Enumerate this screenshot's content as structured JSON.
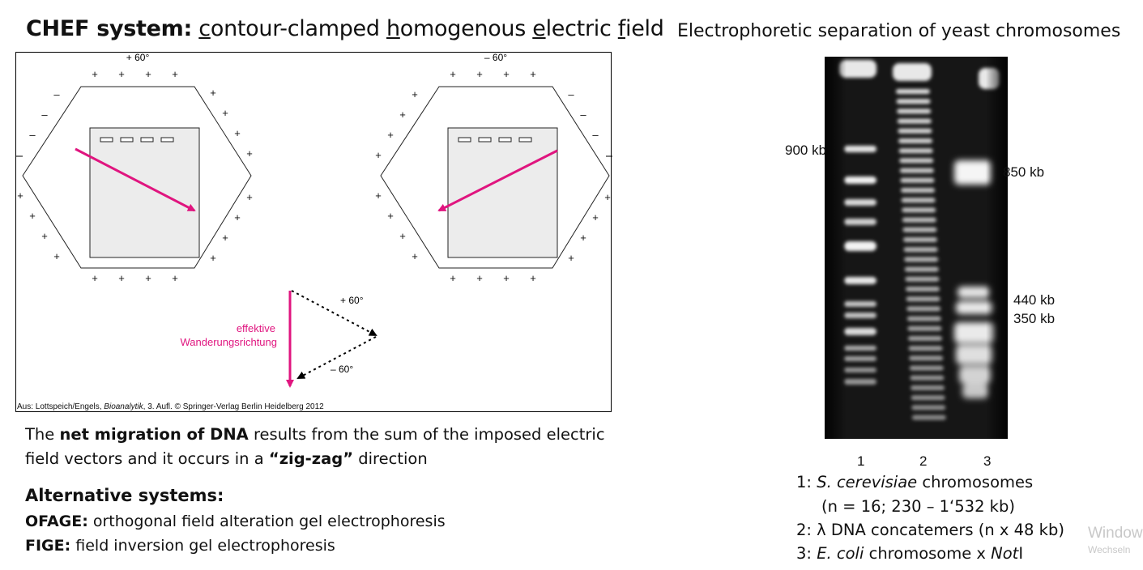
{
  "header": {
    "title_bold": "CHEF system:",
    "title_parts": [
      {
        "u": "c",
        "rest": "ontour-clamped "
      },
      {
        "u": "h",
        "rest": "omogenous "
      },
      {
        "u": "e",
        "rest": "lectric "
      },
      {
        "u": "f",
        "rest": "ield"
      }
    ],
    "right_title": "Electrophoretic separation of yeast chromosomes"
  },
  "figure": {
    "left_angle": "+ 60°",
    "right_angle": "– 60°",
    "tri_top": "+ 60°",
    "tri_bottom": "– 60°",
    "migration_label_1": "effektive",
    "migration_label_2": "Wanderungsrichtung",
    "plus": "+",
    "minus": "–",
    "credit_pre": "Aus: Lottspeich/Engels, ",
    "credit_italic": "Bioanalytik",
    "credit_post": ", 3. Aufl. © Springer-Verlag Berlin Heidelberg 2012",
    "accent": "#e0157f"
  },
  "body": {
    "p_pre": "The ",
    "p_bold1": "net migration of DNA",
    "p_mid": " results from the sum of the imposed electric field vectors and it occurs in a ",
    "p_bold2": "“zig-zag”",
    "p_post": " direction",
    "alt_heading": "Alternative systems:",
    "ofage_label": "OFAGE:",
    "ofage_text": " orthogonal field alteration gel electrophoresis",
    "fige_label": "FIGE:",
    "fige_text": " field inversion gel electrophoresis"
  },
  "gel": {
    "kb_900": "900 kb",
    "kb_850": "850 kb",
    "kb_440": "440 kb",
    "kb_350": "350 kb",
    "lanes": [
      "1",
      "2",
      "3"
    ]
  },
  "legend": {
    "l1_pre": "1: ",
    "l1_italic": "S. cerevisiae",
    "l1_post": " chromosomes",
    "l1b": "(n = 16; 230 – 1‘532 kb)",
    "l2": "2: λ DNA concatemers (n x 48 kb)",
    "l3_pre": "3: ",
    "l3_italic": "E. coli",
    "l3_mid": " chromosome x ",
    "l3_italic2": "Not",
    "l3_post": "I"
  },
  "watermark": {
    "line1": "Window",
    "line2": "Wechseln"
  }
}
